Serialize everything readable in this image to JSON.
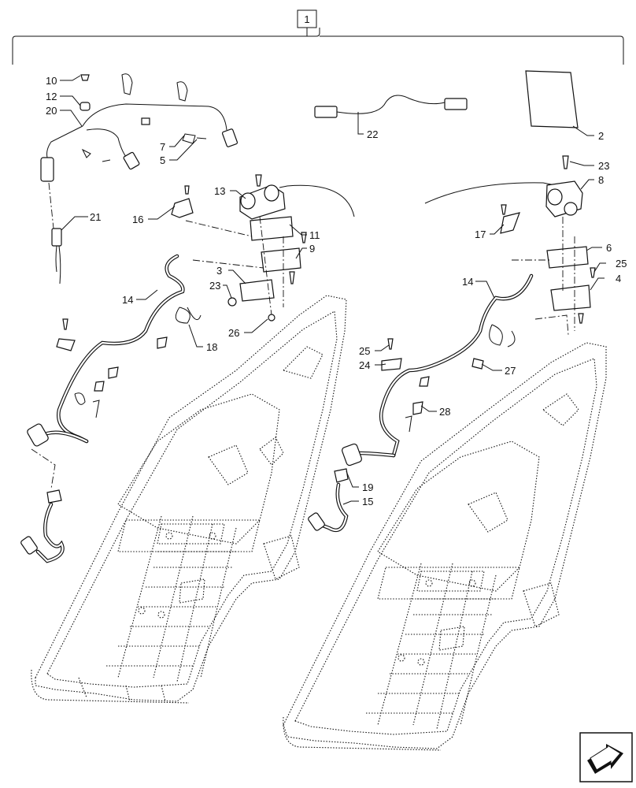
{
  "figure": {
    "assembly_label": "1",
    "callouts": {
      "c1": "10",
      "c2": "12",
      "c3": "20",
      "c4": "7",
      "c5": "5",
      "c6": "21",
      "c7": "22",
      "c8": "2",
      "c9": "23",
      "c10": "8",
      "c11": "13",
      "c12": "16",
      "c13": "11",
      "c14": "9",
      "c15": "3",
      "c16": "23",
      "c17": "14",
      "c18": "18",
      "c19": "26",
      "c20": "17",
      "c21": "6",
      "c22": "25",
      "c23": "4",
      "c24": "14",
      "c25": "25",
      "c26": "24",
      "c27": "27",
      "c28": "28",
      "c29": "19",
      "c30": "15"
    }
  },
  "navigation": {
    "icon": "next-page-arrow-icon"
  }
}
